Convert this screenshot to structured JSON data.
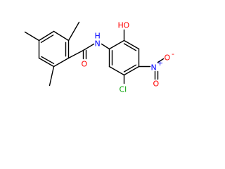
{
  "colors": {
    "bond": "#000000",
    "oxygen": "#ff0000",
    "nitrogen": "#0000ff",
    "chlorine": "#00a000"
  },
  "labels": {
    "amide_nh": "N",
    "amide_h": "H",
    "amide_o": "O",
    "hydroxyl_o": "O",
    "hydroxyl_h": "H",
    "nitro_n": "N",
    "nitro_plus": "+",
    "nitro_o_single": "O",
    "nitro_o_minus": "-",
    "nitro_o_double": "O",
    "chloro": "Cl"
  }
}
